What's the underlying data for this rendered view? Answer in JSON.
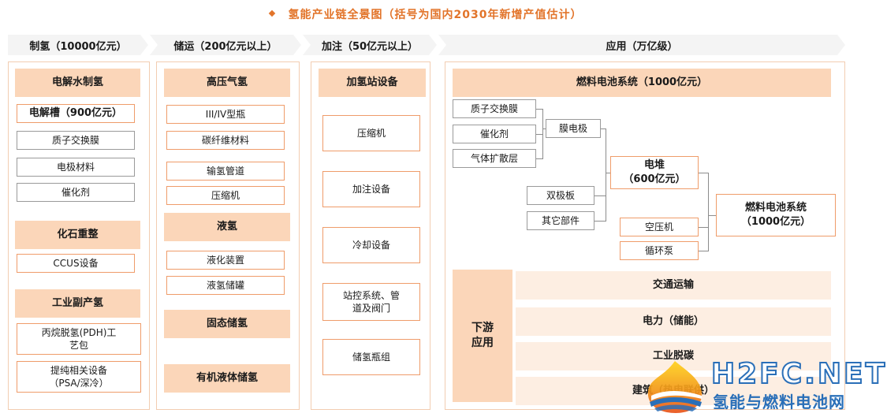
{
  "title": "氢能产业链全景图（括号为国内2030年新增产值估计）",
  "headers": {
    "production": "制氢（10000亿元）",
    "storage": "储运（200亿元以上）",
    "refuel": "加注（50亿元以上）",
    "application": "应用（万亿级）"
  },
  "production": {
    "electrolysis": "电解水制氢",
    "electrolyzer": "电解槽（900亿元）",
    "pem": "质子交换膜",
    "electrode": "电极材料",
    "catalyst": "催化剂",
    "fossil": "化石重整",
    "ccus": "CCUS设备",
    "byproduct": "工业副产氢",
    "pdh_line1": "丙烷脱氢(PDH)工",
    "pdh_line2": "艺包",
    "purify_line1": "提纯相关设备",
    "purify_line2": "（PSA/深冷）"
  },
  "storage": {
    "high_pressure": "高压气氢",
    "cylinder": "III/IV型瓶",
    "carbon_fiber": "碳纤维材料",
    "pipeline": "输氢管道",
    "compressor": "压缩机",
    "liquid": "液氢",
    "liquefier": "液化装置",
    "liquid_tank": "液氢储罐",
    "solid": "固态储氢",
    "organic": "有机液体储氢"
  },
  "refuel": {
    "station_equipment": "加氢站设备",
    "compressor": "压缩机",
    "dispenser": "加注设备",
    "cooling": "冷却设备",
    "control_line1": "站控系统、管",
    "control_line2": "道及阀门",
    "storage_bank": "储氢瓶组"
  },
  "application": {
    "fc_system_top": "燃料电池系统（1000亿元）",
    "pem": "质子交换膜",
    "catalyst": "催化剂",
    "gdl": "气体扩散层",
    "mea": "膜电极",
    "stack_line1": "电堆",
    "stack_line2": "（600亿元）",
    "bipolar": "双极板",
    "other_parts": "其它部件",
    "air_compressor": "空压机",
    "pump": "循环泵",
    "fc_system_line1": "燃料电池系统",
    "fc_system_line2": "（1000亿元）",
    "downstream_line1": "下游",
    "downstream_line2": "应用",
    "transport": "交通运输",
    "power": "电力（储能）",
    "industry": "工业脱碳",
    "building": "建筑（热电联供）"
  },
  "watermark": {
    "brand": "H2FC.NET",
    "tagline": "氢能与燃料电池网"
  },
  "colors": {
    "accent": "#e2742a",
    "fill": "#fbd6b9",
    "border": "#ef9c6a",
    "brand_blue": "#2a6fb8"
  }
}
